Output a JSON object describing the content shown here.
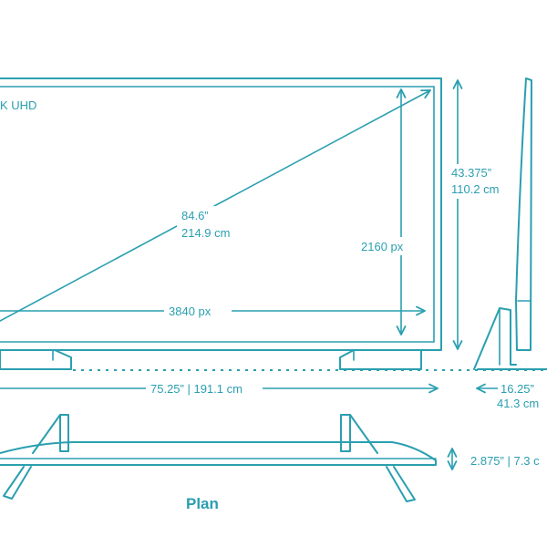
{
  "colors": {
    "line": "#2a9fb0",
    "background": "#ffffff"
  },
  "front_view": {
    "screen_badge": "K UHD",
    "diagonal_in": "84.6”",
    "diagonal_cm": "214.9 cm",
    "width_px": "3840 px",
    "height_px": "2160 px",
    "overall_width": "75.25” | 191.1 cm"
  },
  "height_dimension": {
    "inches": "43.375”",
    "cm": "110.2 cm"
  },
  "side_view": {
    "depth_in": "16.25”",
    "depth_cm": "41.3 cm"
  },
  "plan_view": {
    "title": "Plan",
    "thickness": "2.875” | 7.3 c"
  }
}
